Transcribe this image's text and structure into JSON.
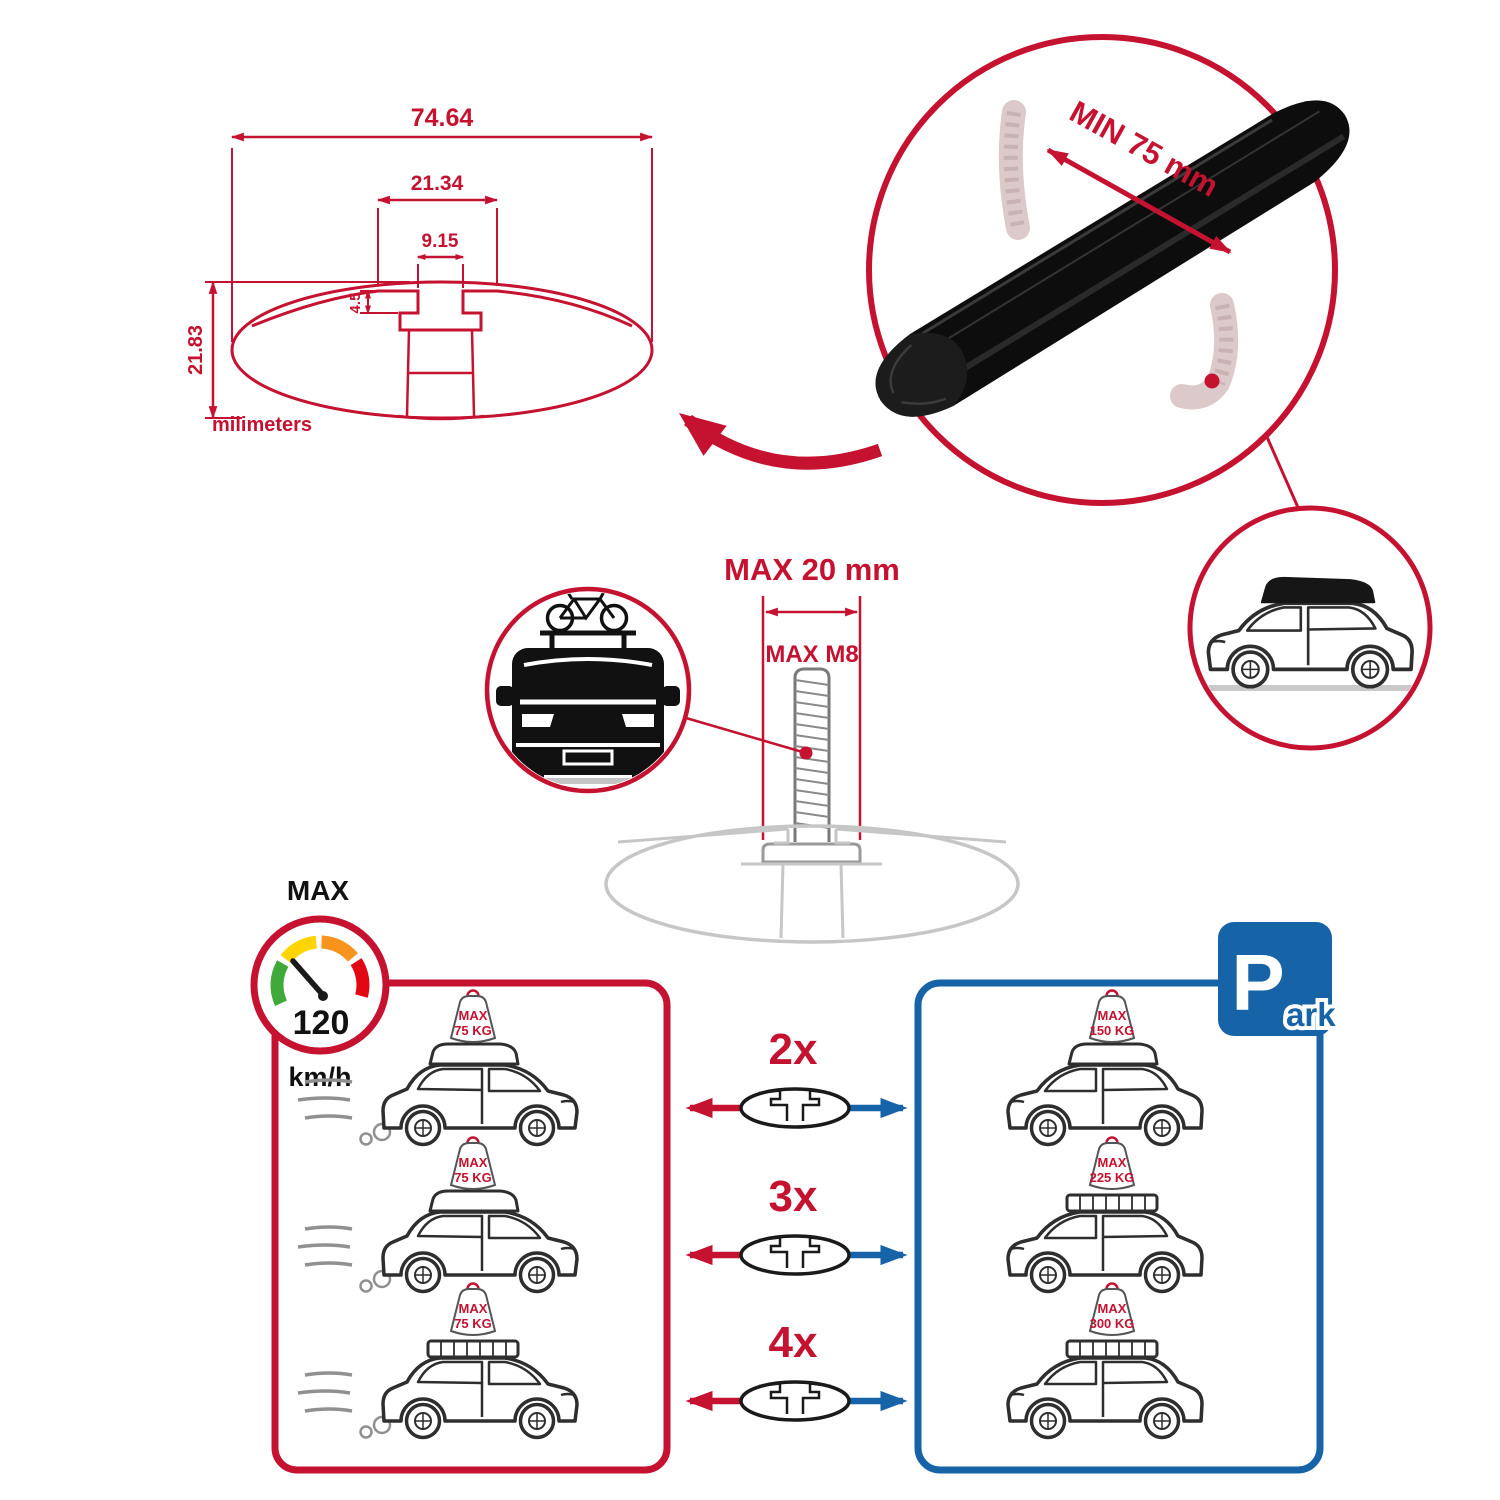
{
  "colors": {
    "accent_red": "#c41230",
    "accent_blue": "#1663a8",
    "bar_black": "#0d0d0d",
    "faded_grey": "#c6c6c6"
  },
  "tech_drawing": {
    "dim_total_width": "74.64",
    "dim_channel_outer": "21.34",
    "dim_channel_inner": "9.15",
    "dim_lip_height": "4.5",
    "dim_profile_height": "21.83",
    "units": "milimeters"
  },
  "bar_zoom": {
    "min_span": "MIN 75 mm"
  },
  "bolt": {
    "max_width": "MAX 20 mm",
    "max_thread": "MAX M8"
  },
  "speed": {
    "label": "MAX",
    "value": "120",
    "unit": "km/h"
  },
  "park_sign": {
    "p": "P",
    "suffix": "ark"
  },
  "load": {
    "max_word": "MAX",
    "rows": [
      {
        "qty": "2x",
        "drive_kg": "75 KG",
        "park_kg": "150 KG"
      },
      {
        "qty": "3x",
        "drive_kg": "75 KG",
        "park_kg": "225 KG"
      },
      {
        "qty": "4x",
        "drive_kg": "75 KG",
        "park_kg": "300 KG"
      }
    ]
  }
}
